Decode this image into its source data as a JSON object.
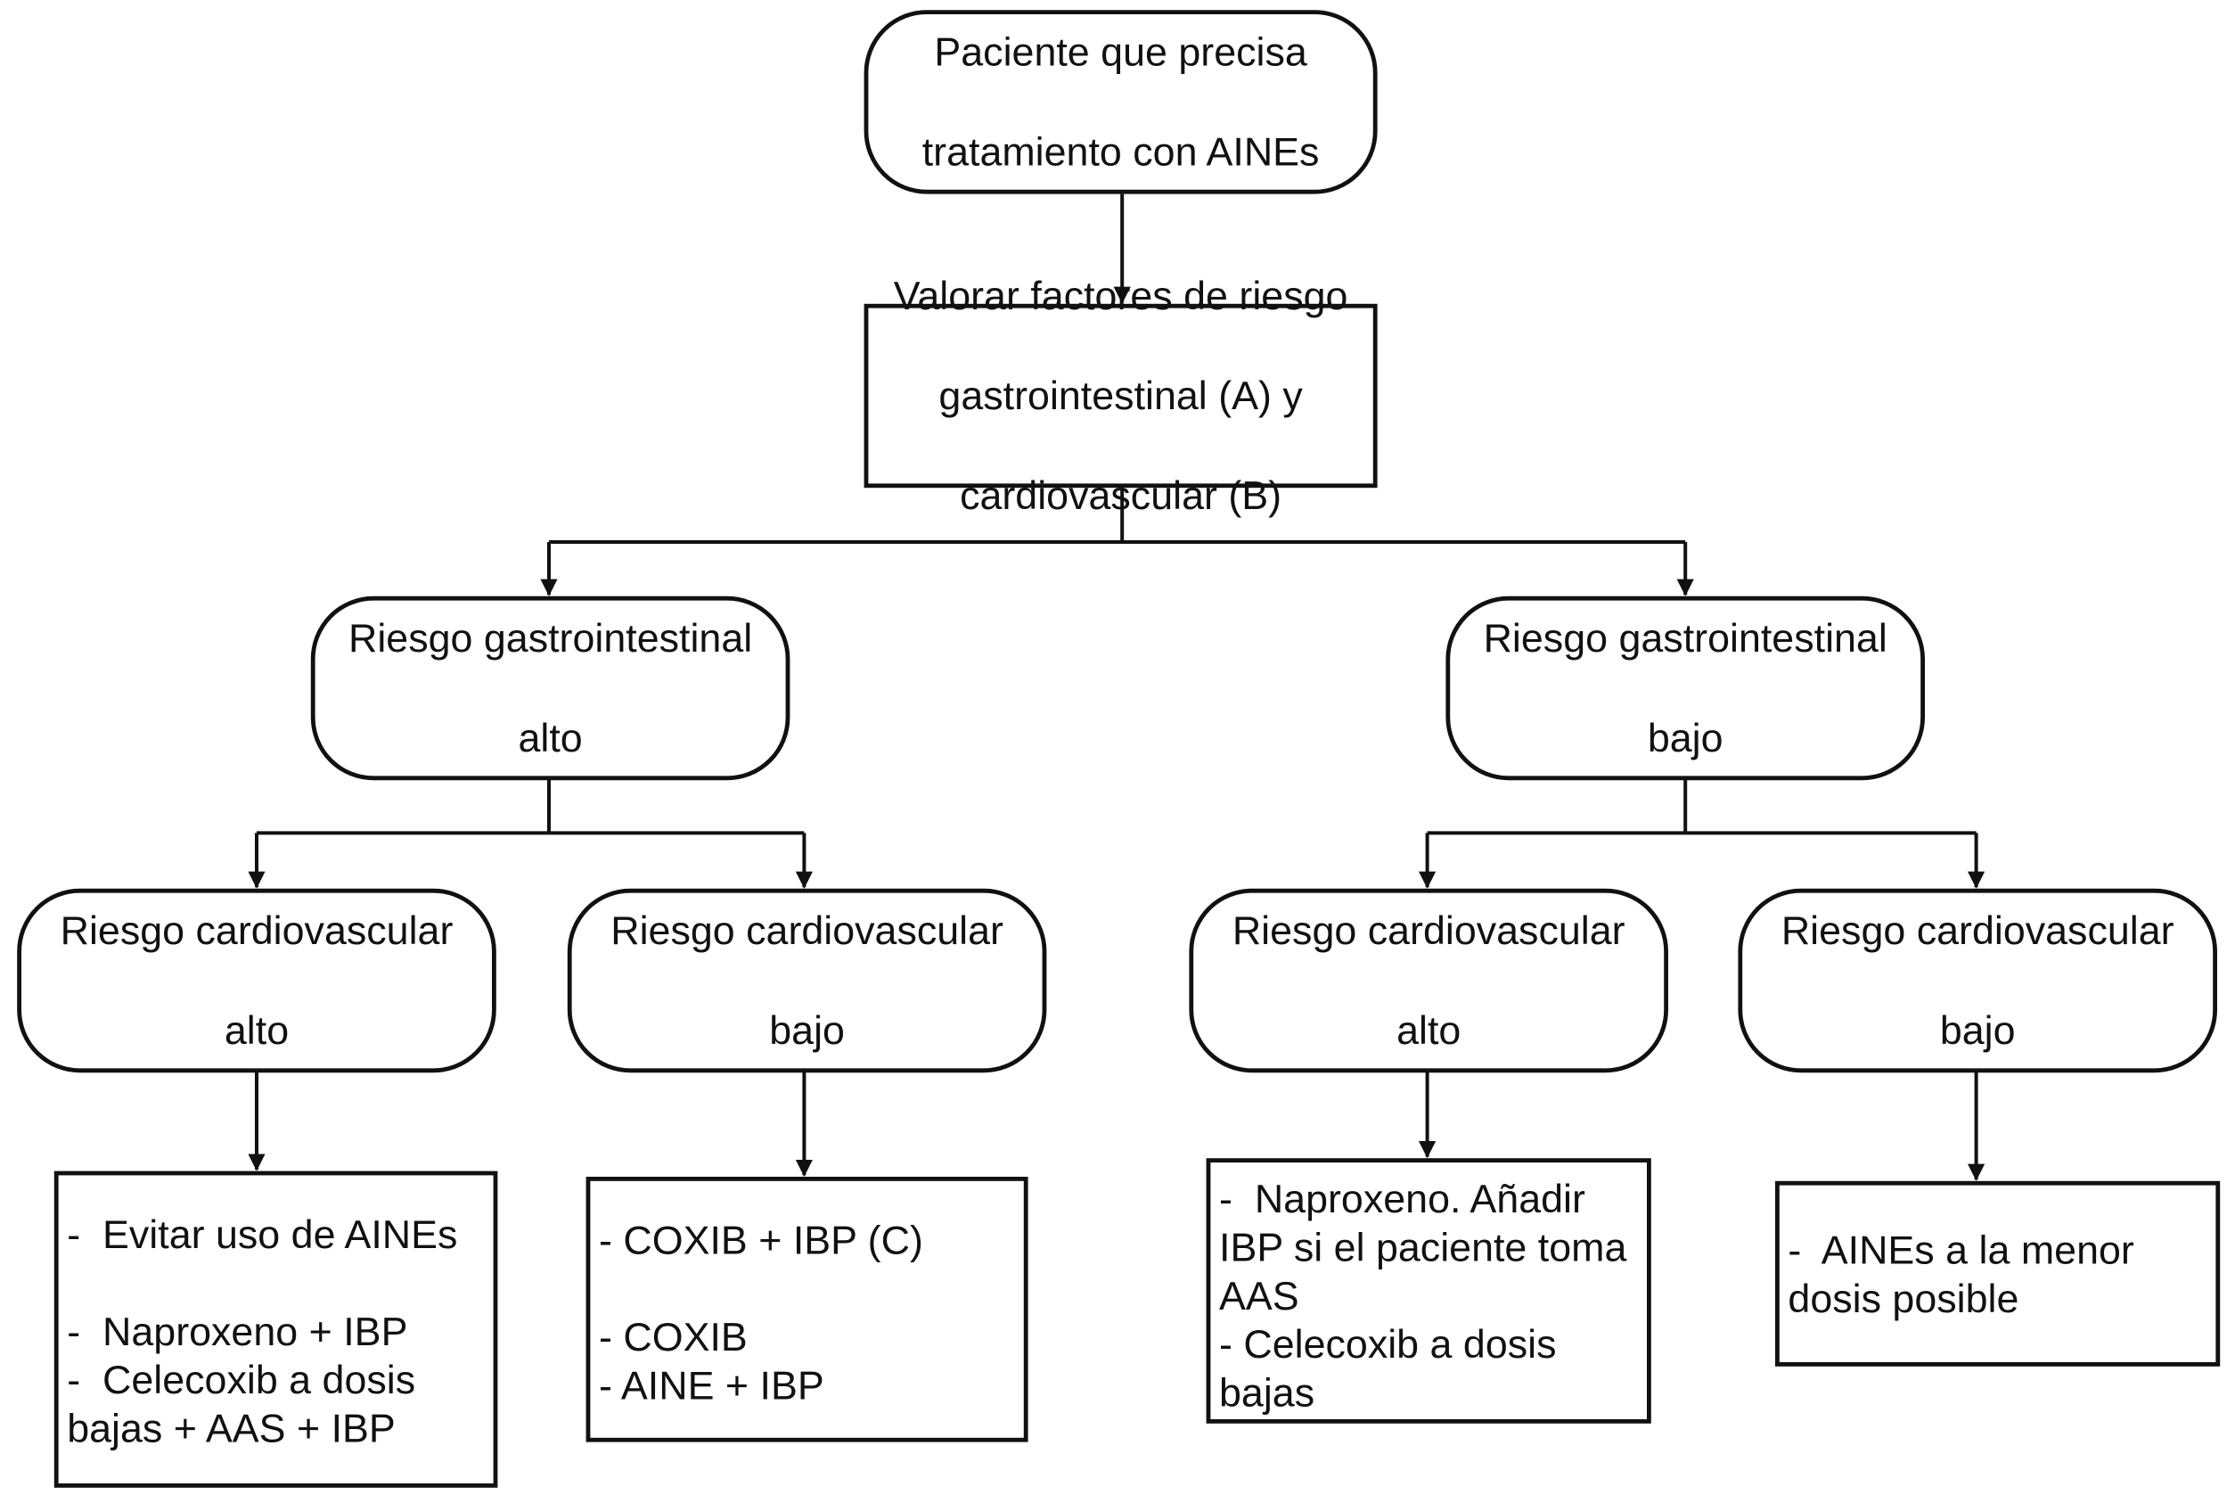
{
  "flowchart": {
    "start": {
      "lines": [
        "Paciente que precisa",
        "tratamiento con AINEs"
      ]
    },
    "assess": {
      "lines": [
        "Valorar factores de riesgo",
        "gastrointestinal  (A) y",
        "cardiovascular (B)"
      ]
    },
    "gi_high": {
      "lines": [
        "Riesgo gastrointestinal",
        "alto"
      ]
    },
    "gi_low": {
      "lines": [
        "Riesgo gastrointestinal",
        "bajo"
      ]
    },
    "gi_high_cv_high": {
      "lines": [
        "Riesgo cardiovascular",
        "alto"
      ]
    },
    "gi_high_cv_low": {
      "lines": [
        "Riesgo cardiovascular",
        "bajo"
      ]
    },
    "gi_low_cv_high": {
      "lines": [
        "Riesgo cardiovascular",
        "alto"
      ]
    },
    "gi_low_cv_low": {
      "lines": [
        "Riesgo cardiovascular",
        "bajo"
      ]
    },
    "outcomes": {
      "gi_high_cv_high": {
        "lines": [
          "-  Evitar uso de AINEs",
          "",
          "-  Naproxeno + IBP",
          "-  Celecoxib a dosis",
          "bajas + AAS + IBP"
        ]
      },
      "gi_high_cv_low": {
        "lines": [
          "- COXIB + IBP (C)",
          "",
          "- COXIB",
          "- AINE + IBP"
        ]
      },
      "gi_low_cv_high": {
        "lines": [
          "-  Naproxeno. Añadir",
          "IBP si el paciente toma",
          "AAS",
          "- Celecoxib a dosis",
          "bajas"
        ]
      },
      "gi_low_cv_low": {
        "lines": [
          "-  AINEs a la menor",
          "dosis posible"
        ]
      }
    }
  }
}
